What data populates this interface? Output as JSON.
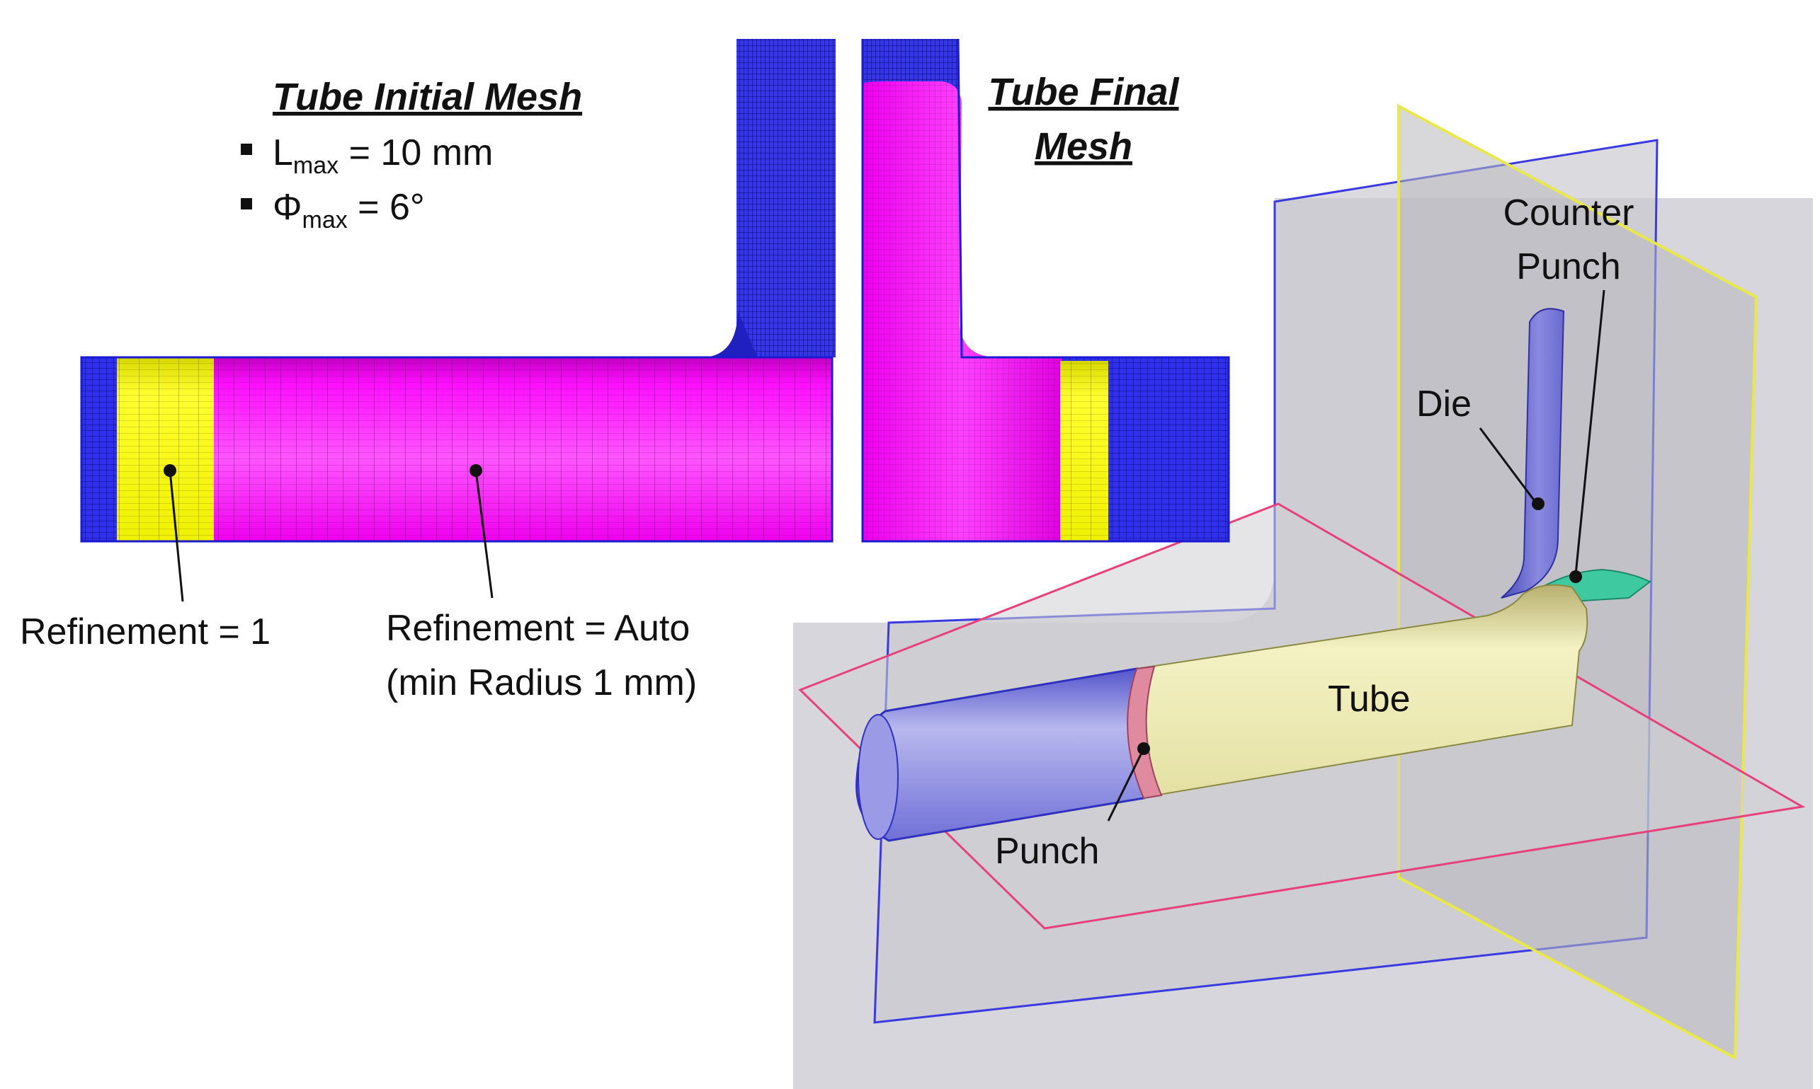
{
  "initial_mesh": {
    "title": "Tube Initial Mesh",
    "bullet_1": {
      "symbol": "L",
      "subscript": "max",
      "value": " = 10 mm"
    },
    "bullet_2": {
      "symbol": "Φ",
      "subscript": "max",
      "value": " = 6°"
    }
  },
  "final_mesh": {
    "title_line_1": "Tube Final",
    "title_line_2": "Mesh"
  },
  "callouts": {
    "refinement_1": "Refinement = 1",
    "refinement_auto_line_1": "Refinement = Auto",
    "refinement_auto_line_2": "(min Radius 1 mm)",
    "counter_punch_line_1": "Counter",
    "counter_punch_line_2": "Punch",
    "die": "Die",
    "tube": "Tube",
    "punch": "Punch"
  },
  "colors": {
    "mesh_blue": "#2a2ae6",
    "mesh_magenta": "#ff00ff",
    "refinement_yellow": "#ffff00",
    "plane_gray": "#c9c9cf",
    "plane_pink_edge": "#e8407a",
    "plane_yellow_edge": "#e8e84a",
    "tube_yellow": "#eeeeb0",
    "punch_pink": "#e08aa0",
    "counter_punch_green": "#3ec9a0",
    "die_blue": "#6a6ad0"
  }
}
